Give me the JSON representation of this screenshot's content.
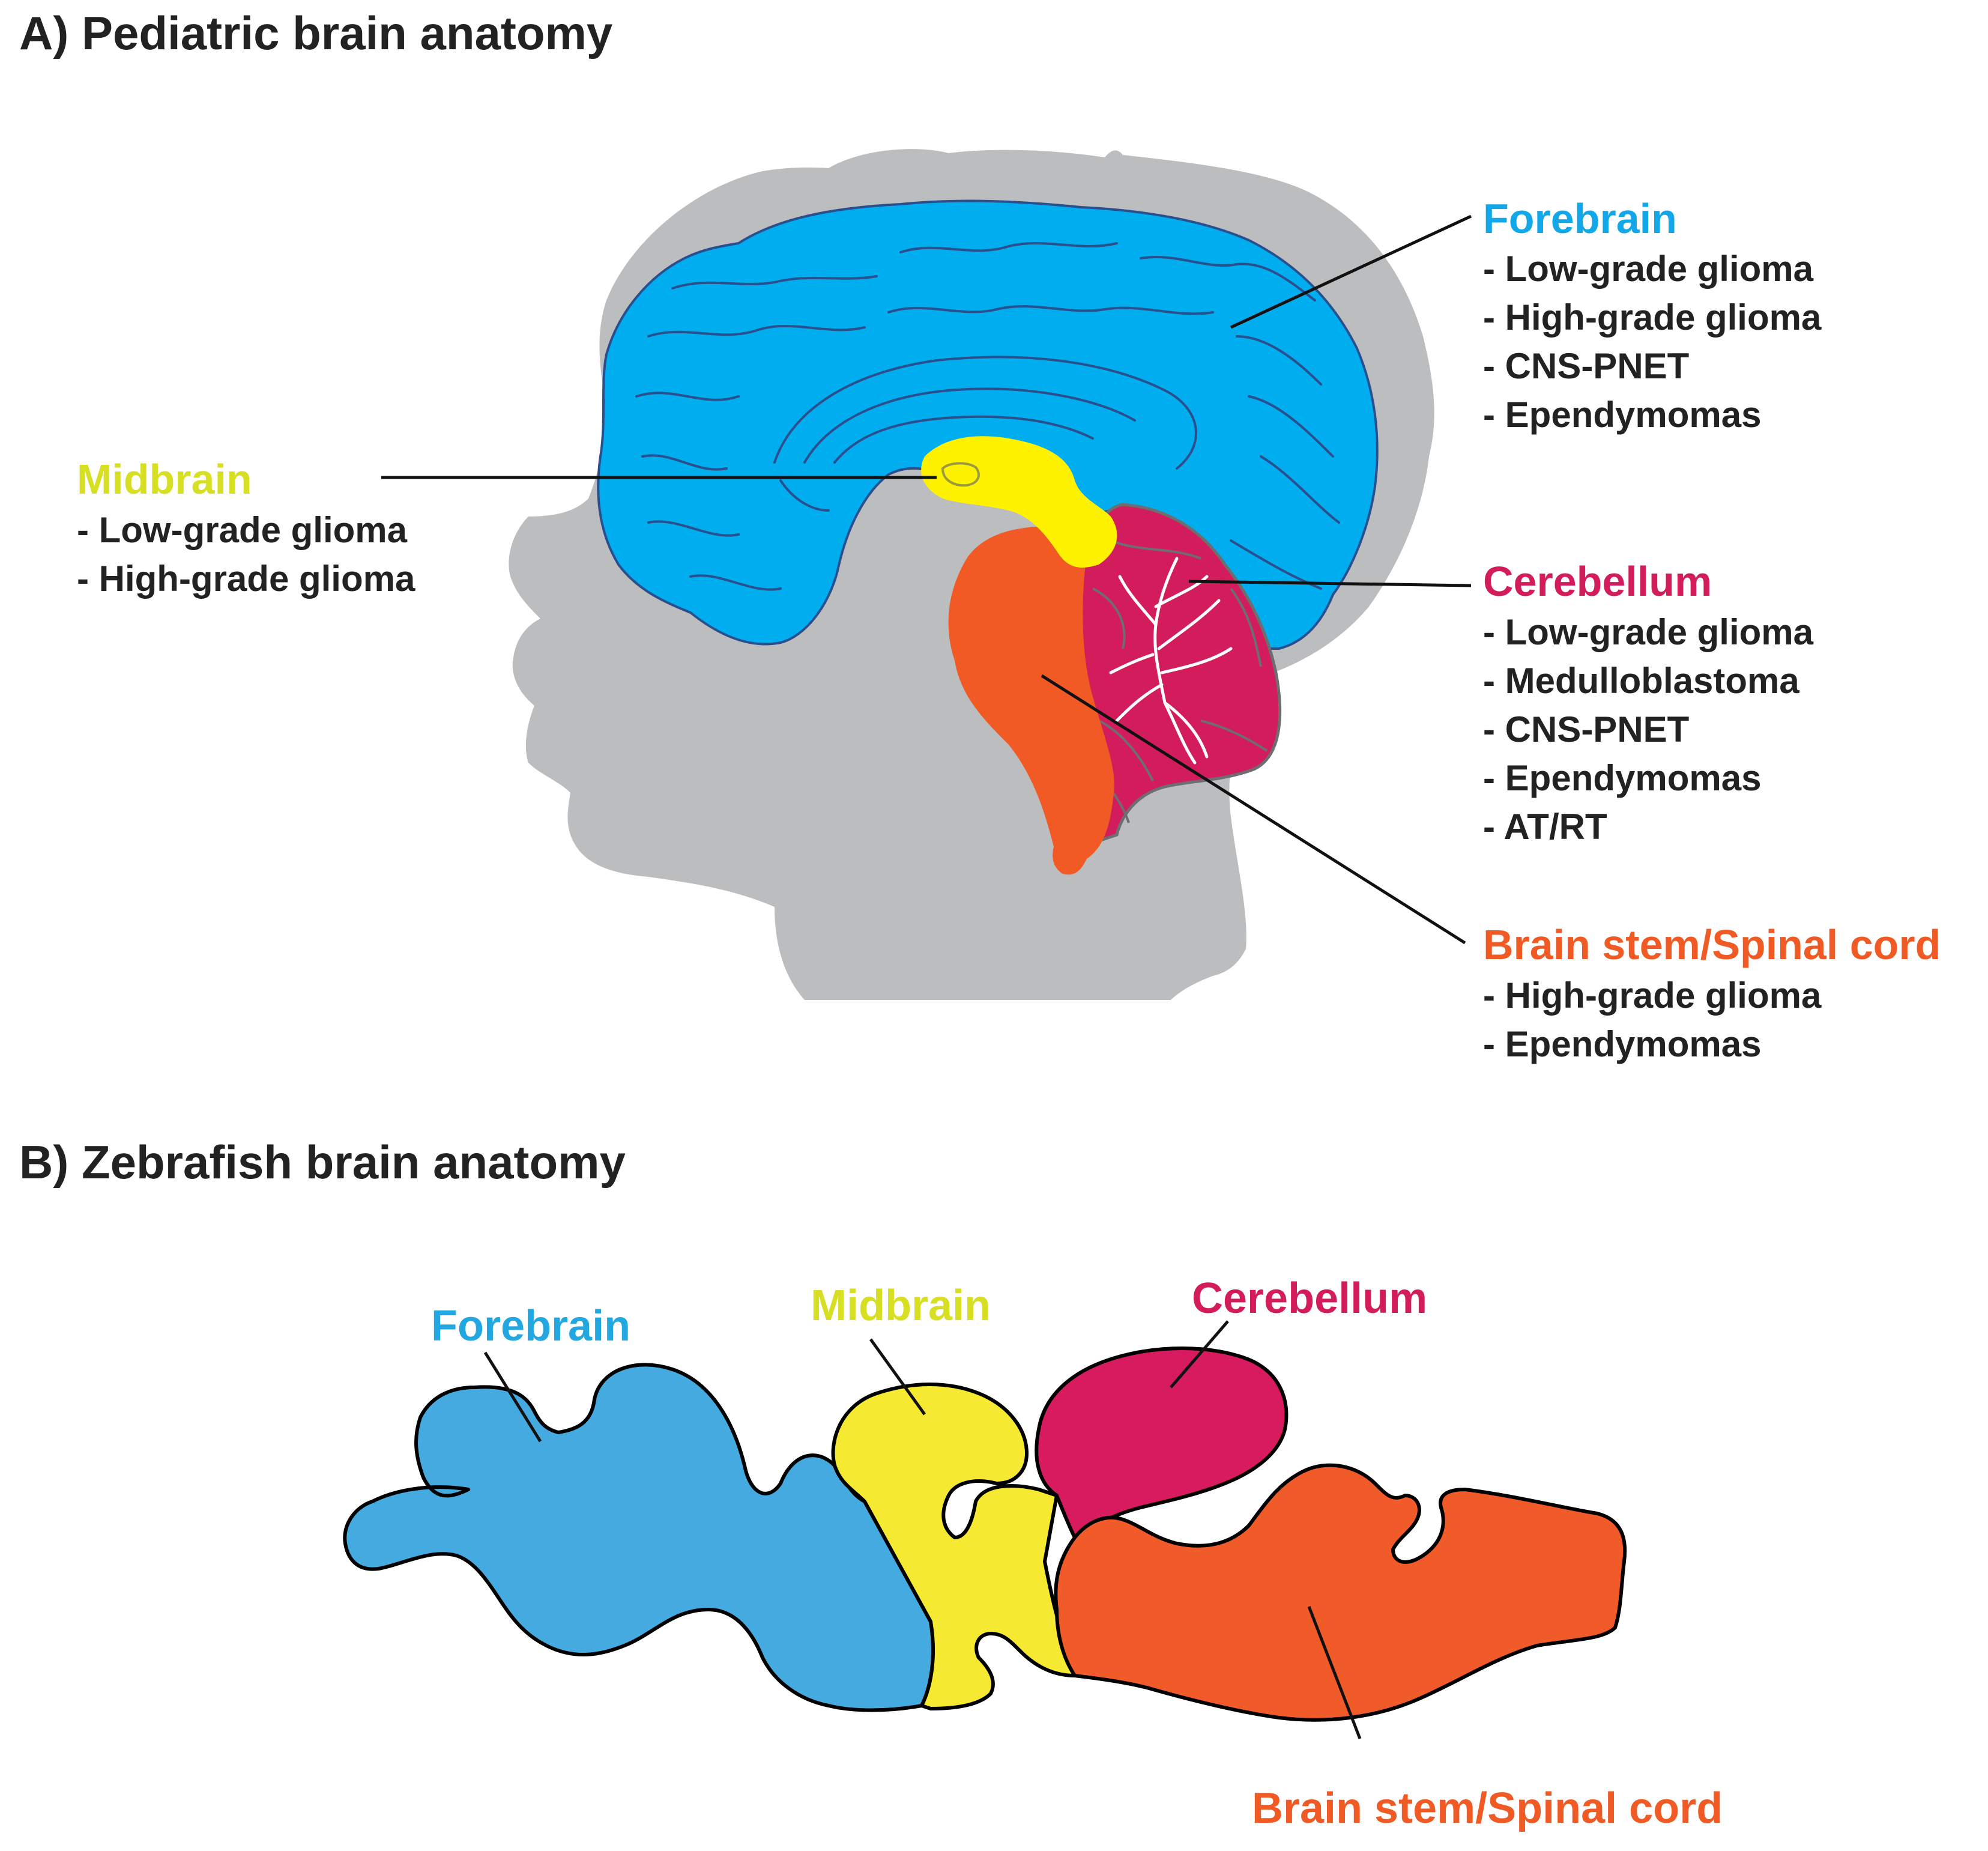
{
  "panel_a": {
    "title": "A) Pediatric brain anatomy",
    "regions": [
      {
        "key": "forebrain",
        "name": "Forebrain",
        "color": "#12a7e8",
        "items": [
          "- Low-grade glioma",
          "- High-grade glioma",
          "- CNS-PNET",
          "- Ependymomas"
        ]
      },
      {
        "key": "midbrain",
        "name": "Midbrain",
        "color": "#d6df22",
        "items": [
          "- Low-grade glioma",
          "- High-grade glioma"
        ]
      },
      {
        "key": "cerebellum",
        "name": "Cerebellum",
        "color": "#d31c5c",
        "items": [
          "- Low-grade glioma",
          "- Medulloblastoma",
          "- CNS-PNET",
          "- Ependymomas",
          "- AT/RT"
        ]
      },
      {
        "key": "brainstem",
        "name": "Brain stem/Spinal cord",
        "color": "#f05a24",
        "items": [
          "- High-grade glioma",
          "- Ependymomas"
        ]
      }
    ],
    "colors": {
      "head": "#bcbdbf",
      "forebrain_fill": "#00aeef",
      "midbrain_fill": "#fff200",
      "cerebellum_fill": "#d31c5c",
      "brainstem_fill": "#f15a24"
    }
  },
  "panel_b": {
    "title": "B) Zebrafish brain anatomy",
    "labels": {
      "forebrain": "Forebrain",
      "midbrain": "Midbrain",
      "cerebellum": "Cerebellum",
      "brainstem": "Brain stem/Spinal cord"
    },
    "colors": {
      "forebrain": "#44aadf",
      "midbrain": "#f5ea31",
      "cerebellum": "#d81b5f",
      "brainstem": "#f15a29"
    }
  }
}
